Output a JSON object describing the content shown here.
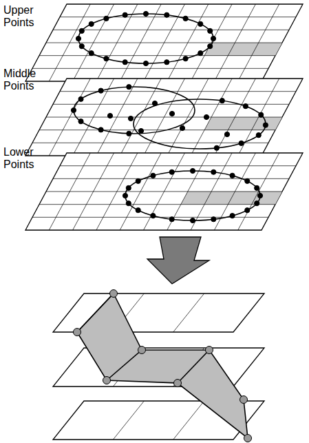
{
  "diagram": {
    "labels": [
      "Upper Points",
      "Middle Points",
      "Lower Points"
    ]
  }
}
